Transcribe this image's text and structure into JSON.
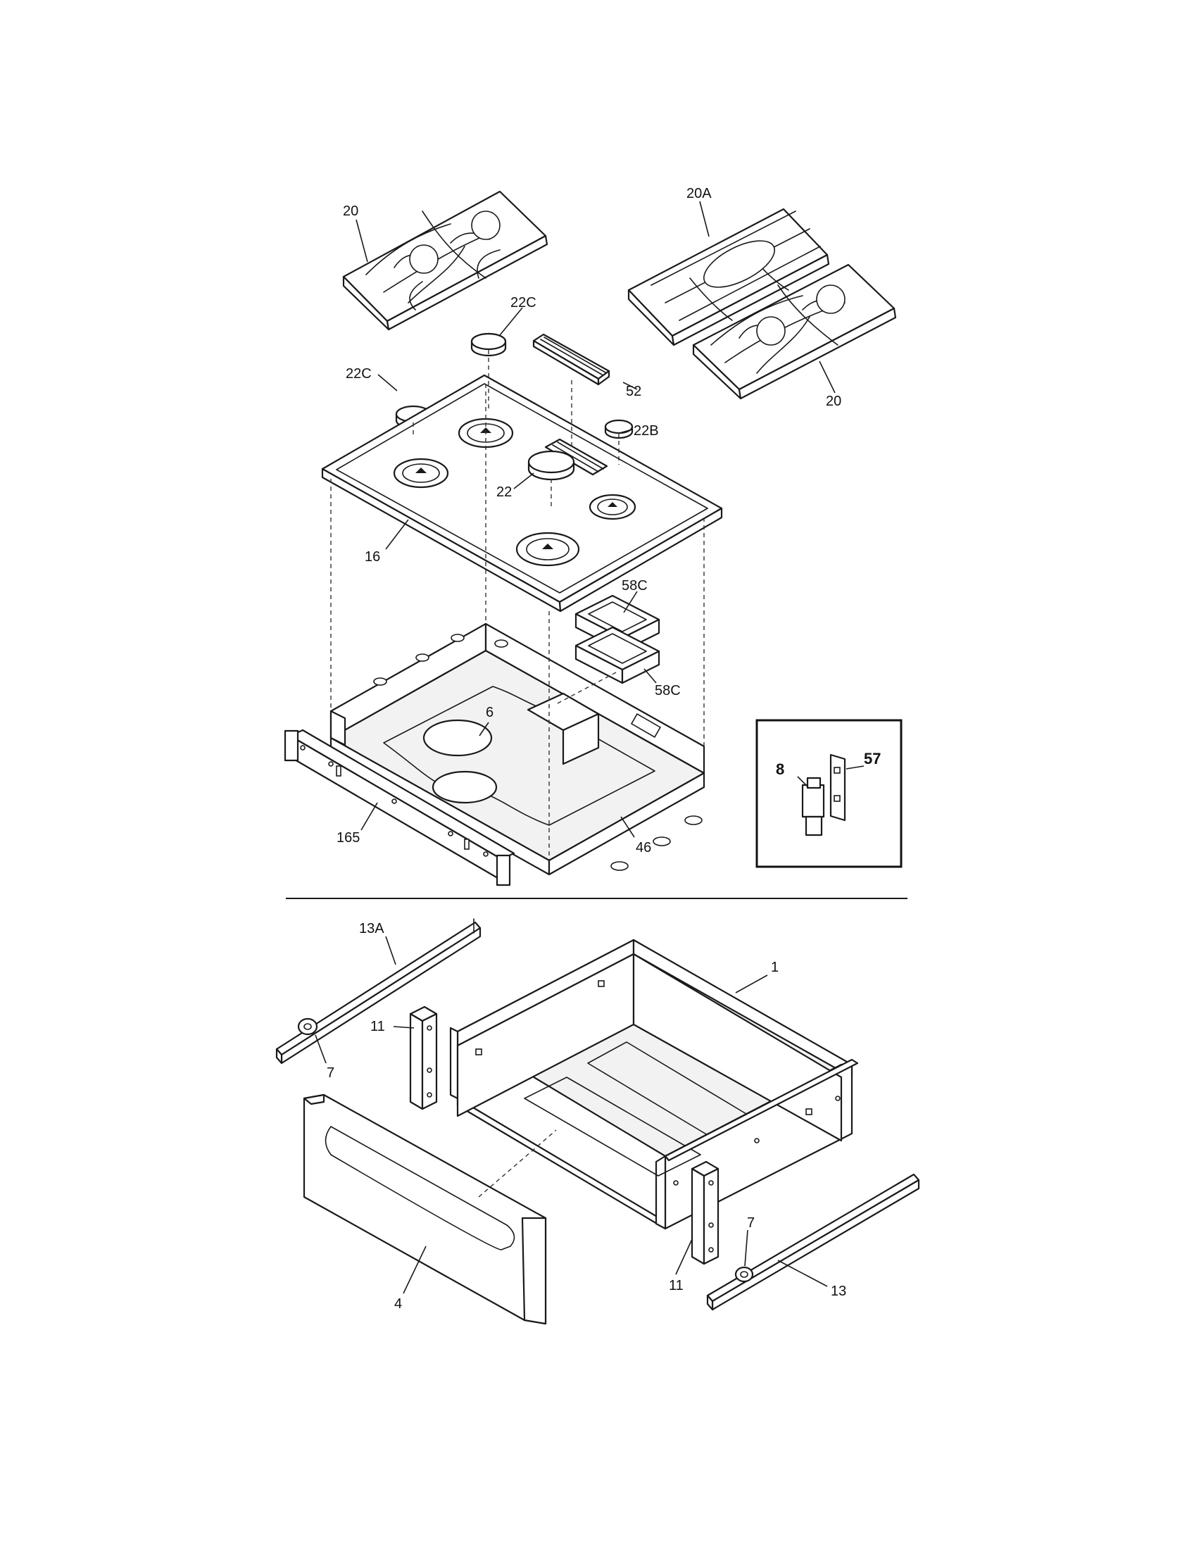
{
  "labels": {
    "grate_left": "20",
    "grate_right_top": "20A",
    "grate_right_bottom": "20",
    "cap_top": "22C",
    "cap_left": "22C",
    "cap_right": "22B",
    "cap_center": "22",
    "vent_trim": "52",
    "cooktop": "16",
    "filter_top": "58C",
    "filter_bottom": "58C",
    "burner_box": "46",
    "insulation": "6",
    "front_rail": "165",
    "inset_part": "8",
    "inset_bracket": "57",
    "slide_left": "13A",
    "roller_left": "7",
    "bracket_left": "11",
    "drawer_body": "1",
    "drawer_front": "4",
    "bracket_right": "11",
    "roller_right": "7",
    "slide_right": "13"
  }
}
